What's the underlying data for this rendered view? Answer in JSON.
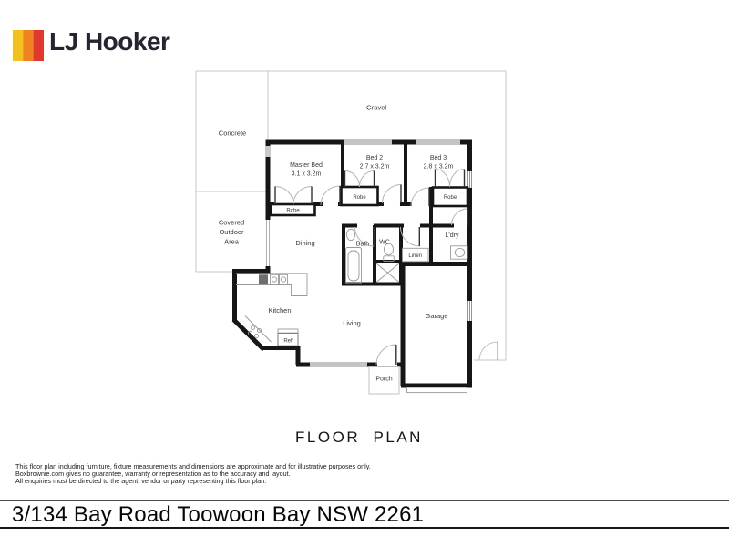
{
  "brand": {
    "name": "LJ Hooker",
    "stripe_colors": [
      "#F2C11E",
      "#EF8322",
      "#E0372E"
    ]
  },
  "title": "FLOOR  PLAN",
  "address": "3/134 Bay Road Toowoon Bay NSW 2261",
  "disclaimer": [
    "This floor plan including furniture, fixture measurements and dimensions are approximate and for illustrative purposes only.",
    "Boxbrownie.com gives no guarantee, warranty or representation as to the accuracy and layout.",
    "All enquiries must be directed to the agent, vendor or party representing this floor plan."
  ],
  "outdoor": {
    "gravel": "Gravel",
    "concrete": "Concrete",
    "covered": [
      "Covered",
      "Outdoor",
      "Area"
    ]
  },
  "rooms": {
    "master": {
      "name": "Master Bed",
      "dims": "3.1 x 3.2m"
    },
    "bed2": {
      "name": "Bed 2",
      "dims": "2.7 x 3.2m"
    },
    "bed3": {
      "name": "Bed 3",
      "dims": "2.8 x 3.2m"
    },
    "dining": "Dining",
    "kitchen": "Kitchen",
    "living": "Living",
    "garage": "Garage",
    "porch": "Porch",
    "bath": "Bath",
    "wc": "WC",
    "ldry": "L'dry",
    "linen": "Linen",
    "robe": "Robe",
    "ref": "Ref"
  }
}
